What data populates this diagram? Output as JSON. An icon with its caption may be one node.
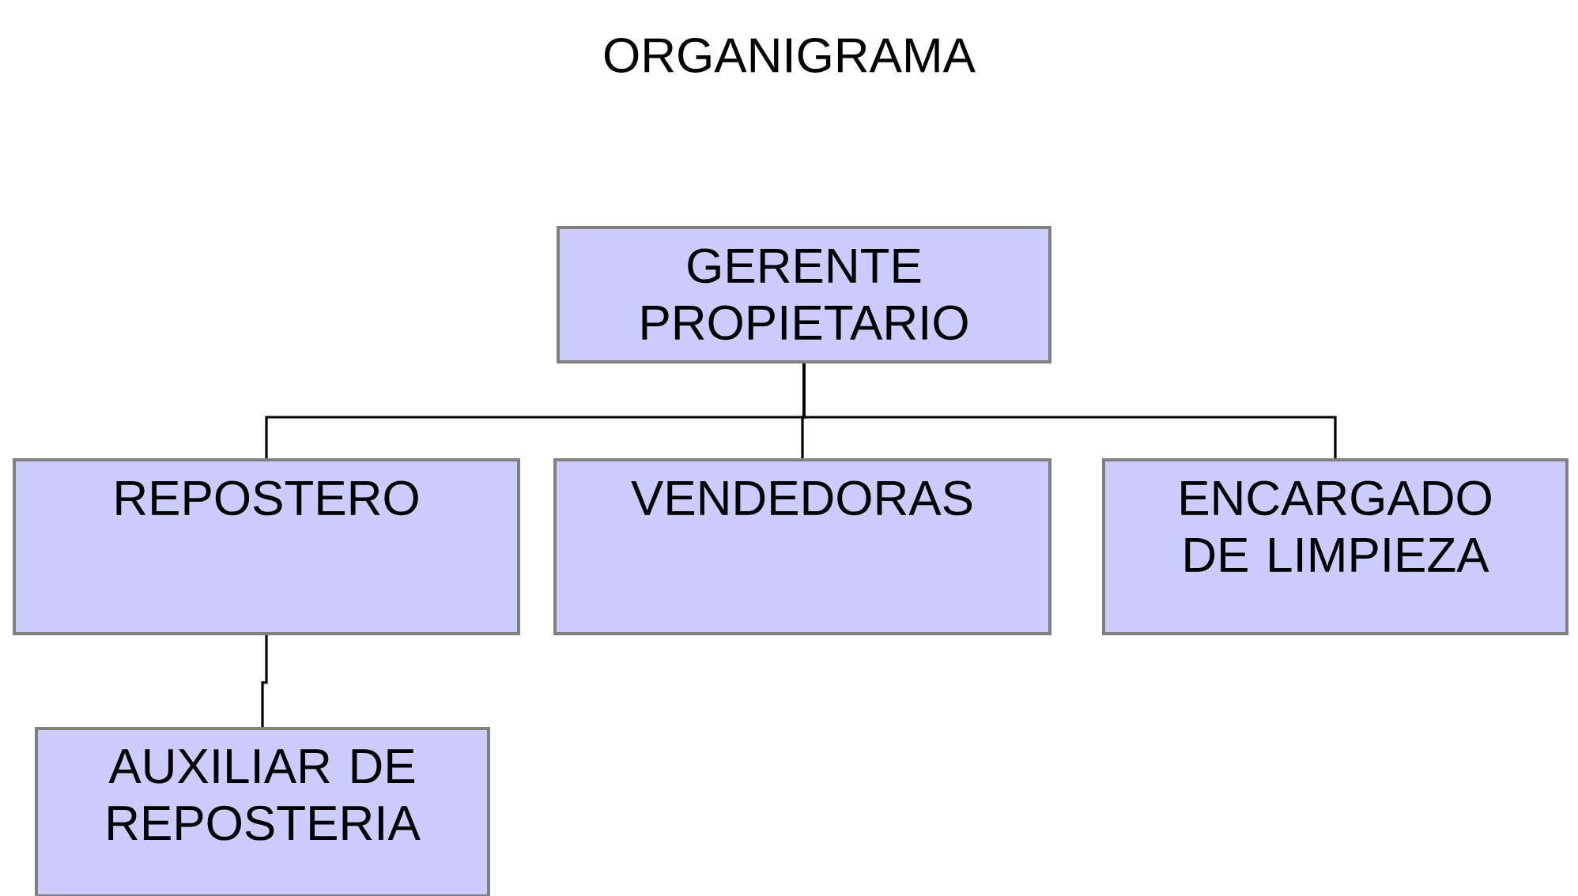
{
  "diagram": {
    "title": "ORGANIGRAMA",
    "nodes": [
      {
        "text": [
          "GERENTE PROPIETARIO"
        ]
      },
      {
        "text": [
          "REPOSTERO"
        ]
      },
      {
        "text": [
          "VENDEDORAS"
        ]
      },
      {
        "text": [
          "ENCARGADO DE LIMPIEZA"
        ]
      },
      {
        "text": [
          "AUXILIAR DE REPOSTERIA"
        ]
      }
    ],
    "edges": [
      {
        "from": 0,
        "to": 1,
        "arrow": "none"
      },
      {
        "from": 0,
        "to": 2,
        "arrow": "none"
      },
      {
        "from": 0,
        "to": 3,
        "arrow": "none"
      },
      {
        "from": 1,
        "to": 4,
        "arrow": "none"
      }
    ]
  }
}
